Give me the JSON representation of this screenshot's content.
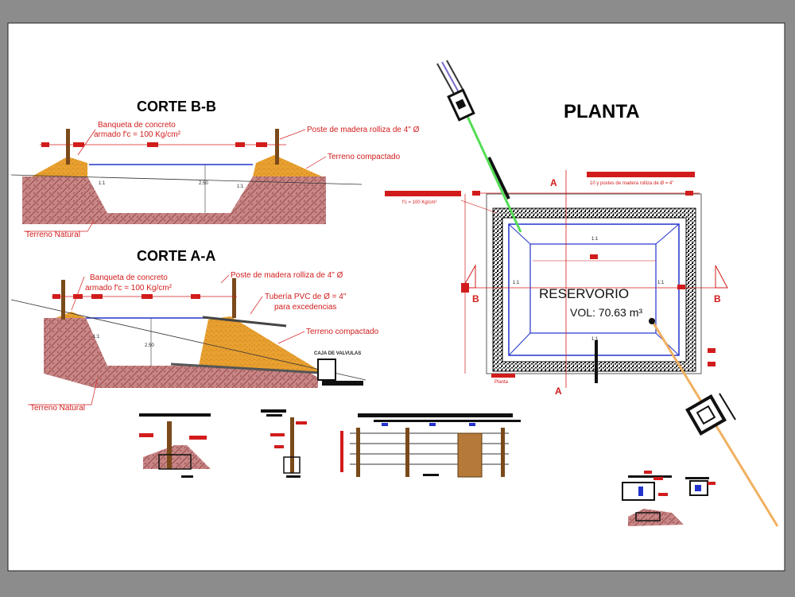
{
  "colors": {
    "background": "#8c8c8c",
    "paper": "#ffffff",
    "annotation_red": "#d21c1c",
    "soil": "#b96f6f",
    "compacted_fill": "#e8a030",
    "water_line": "#2233cc"
  },
  "corte_bb": {
    "title": "CORTE B-B",
    "label_banqueta_1": "Banqueta de concreto",
    "label_banqueta_2": "armado f'c = 100 Kg/cm²",
    "label_poste": "Poste de madera rolliza de 4\" Ø",
    "label_terreno_compactado": "Terreno compactado",
    "label_terreno_natural": "Terreno Natural",
    "depth": "2.50",
    "slope": "1:1"
  },
  "corte_aa": {
    "title": "CORTE A-A",
    "label_banqueta_1": "Banqueta de concreto",
    "label_banqueta_2": "armado f'c = 100 Kg/cm²",
    "label_poste": "Poste de madera rolliza de 4\" Ø",
    "label_tuberia_1": "Tubería PVC de Ø = 4\"",
    "label_tuberia_2": "para excedencias",
    "label_terreno_compactado": "Terreno compactado",
    "label_terreno_natural": "Terreno Natural",
    "label_caja": "CAJA DE VALVULAS",
    "depth": "2.50",
    "slope": "1:1"
  },
  "planta": {
    "title": "PLANTA",
    "name": "RESERVORIO",
    "volume": "VOL:  70.63 m³",
    "slope": "1:1",
    "label_postes": "10 y postes de madera rolliza de Ø = 4\"",
    "label_fc": "f'c = 100 Kg/cm²",
    "label_planta": "Planta",
    "cut_a": "A",
    "cut_b": "B"
  }
}
